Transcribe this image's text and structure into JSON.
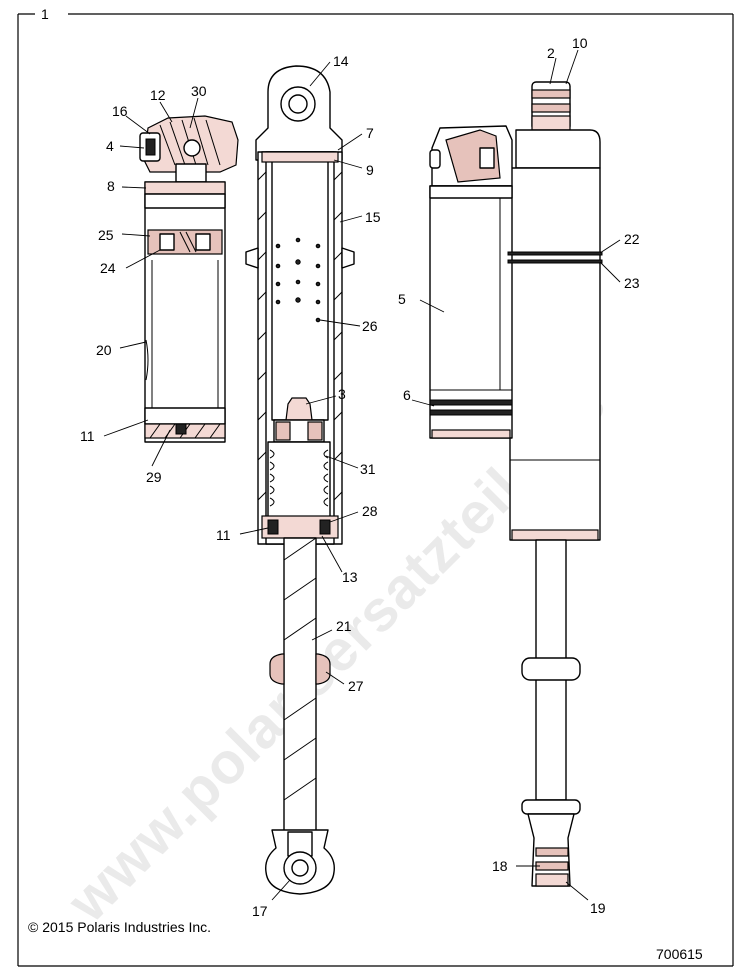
{
  "figure": {
    "sheet_number": "1",
    "copyright": "© 2015 Polaris Industries Inc.",
    "drawing_id": "700615",
    "watermark": "www.polarisersatzteile.de"
  },
  "callouts": [
    {
      "id": "1"
    },
    {
      "id": "2"
    },
    {
      "id": "3"
    },
    {
      "id": "4"
    },
    {
      "id": "5"
    },
    {
      "id": "6"
    },
    {
      "id": "7"
    },
    {
      "id": "8"
    },
    {
      "id": "9"
    },
    {
      "id": "10"
    },
    {
      "id": "11"
    },
    {
      "id": "11"
    },
    {
      "id": "12"
    },
    {
      "id": "13"
    },
    {
      "id": "14"
    },
    {
      "id": "15"
    },
    {
      "id": "16"
    },
    {
      "id": "17"
    },
    {
      "id": "18"
    },
    {
      "id": "19"
    },
    {
      "id": "20"
    },
    {
      "id": "21"
    },
    {
      "id": "22"
    },
    {
      "id": "23"
    },
    {
      "id": "24"
    },
    {
      "id": "25"
    },
    {
      "id": "26"
    },
    {
      "id": "27"
    },
    {
      "id": "28"
    },
    {
      "id": "29"
    },
    {
      "id": "30"
    },
    {
      "id": "31"
    }
  ]
}
